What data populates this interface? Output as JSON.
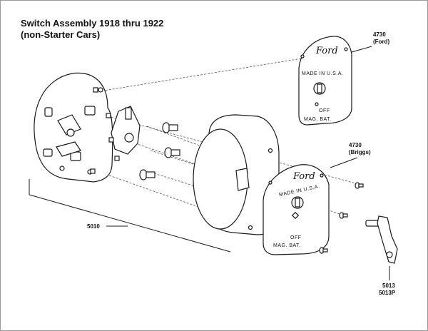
{
  "title_line1": "Switch Assembly 1918 thru 1922",
  "title_line2": "(non-Starter Cars)",
  "callouts": {
    "ford_number": "4730",
    "ford_label": "(Ford)",
    "briggs_number": "4730",
    "briggs_label": "(Briggs)",
    "assembly_number": "5010",
    "key_number": "5013",
    "key_alt_number": "5013P"
  },
  "plate_ford": {
    "logo": "Ford",
    "made_in": "MADE IN U.S.A.",
    "off": "OFF",
    "mag_bat": "MAG.  BAT."
  },
  "plate_briggs": {
    "logo": "Ford",
    "made_in": "MADE IN U.S.A.",
    "off": "OFF",
    "mag_bat": "MAG.  BAT."
  }
}
